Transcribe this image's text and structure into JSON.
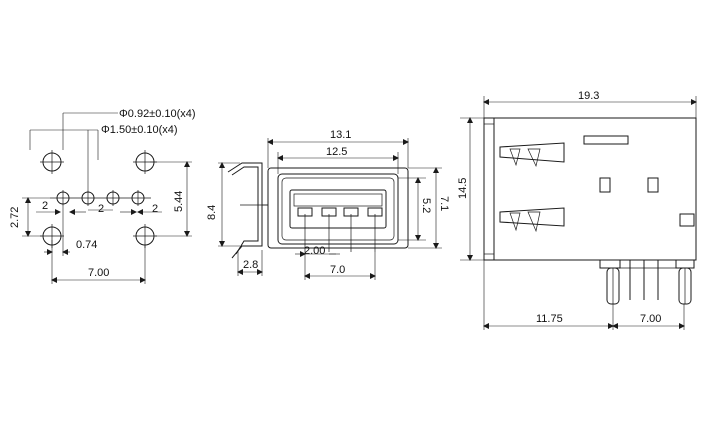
{
  "footprint": {
    "hole_small_note": "Φ0.92±0.10(x4)",
    "hole_large_note": "Φ1.50±0.10(x4)",
    "dims": {
      "pitch_a": "2",
      "pitch_b": "2",
      "pitch_c": "2",
      "height_left": "2.72",
      "height_right": "5.44",
      "offset": "0.74",
      "width": "7.00"
    }
  },
  "side_view": {
    "dims": {
      "height": "8.4",
      "lead_offset": "2.8"
    }
  },
  "front_view": {
    "dims": {
      "outer_width": "13.1",
      "inner_width": "12.5",
      "inner_height": "5.2",
      "outer_height": "7.1",
      "contact_pitch": "2.00",
      "contact_span": "7.0"
    }
  },
  "top_view": {
    "dims": {
      "length": "19.3",
      "height": "14.5",
      "lead_distance": "11.75",
      "lead_span": "7.00"
    }
  }
}
